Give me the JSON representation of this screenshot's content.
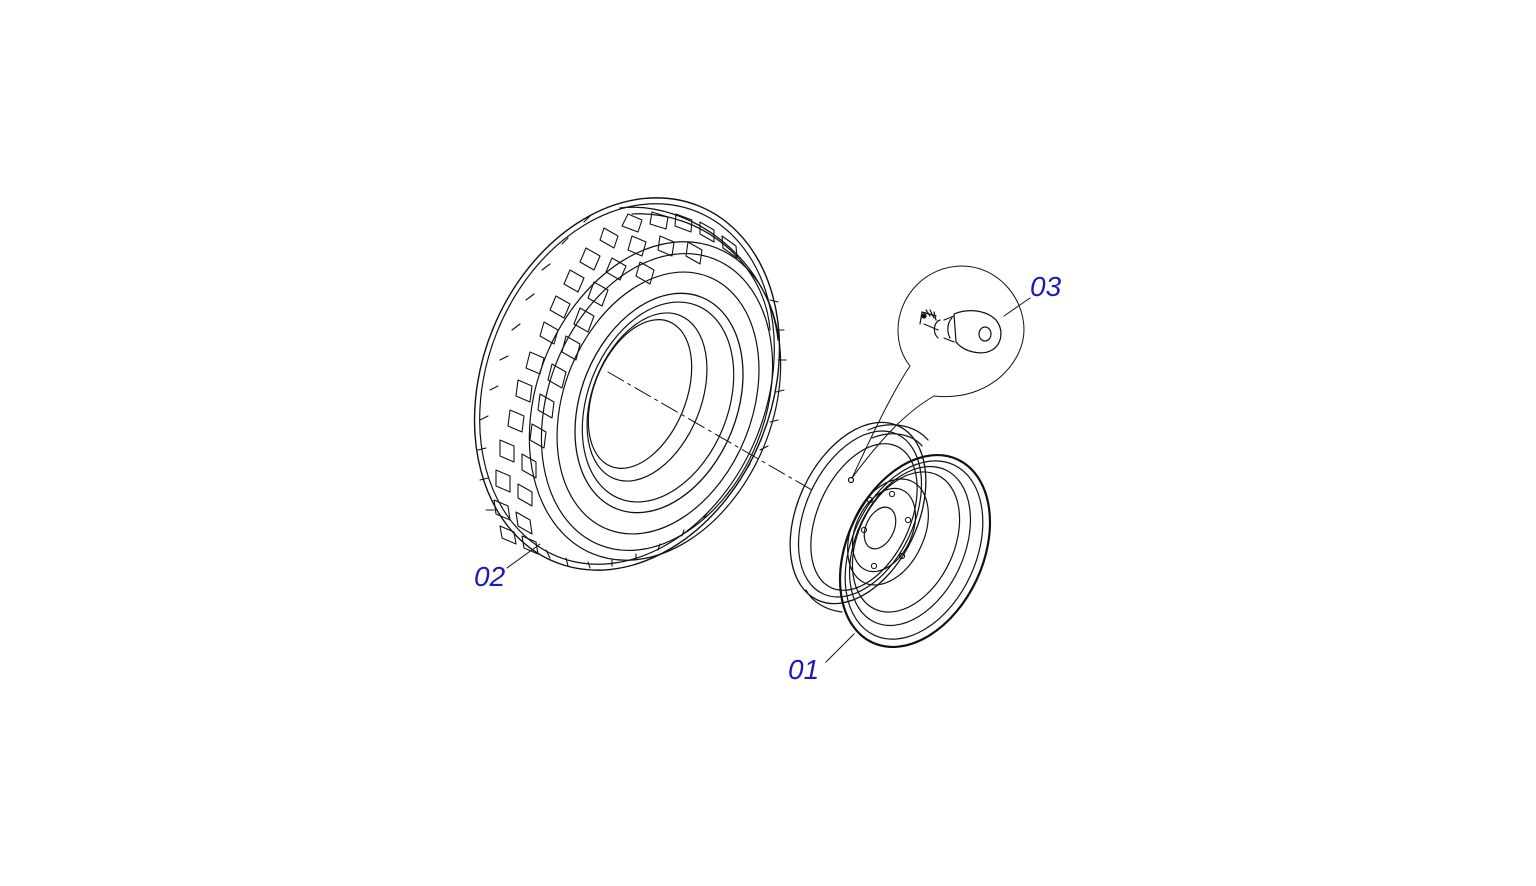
{
  "colors": {
    "line": "#111111",
    "callout_text": "#1a1ab8",
    "background": "#ffffff"
  },
  "parts": [
    {
      "id": "02",
      "label": "02",
      "name": "tire"
    },
    {
      "id": "01",
      "label": "01",
      "name": "rim"
    },
    {
      "id": "03",
      "label": "03",
      "name": "valve"
    }
  ]
}
